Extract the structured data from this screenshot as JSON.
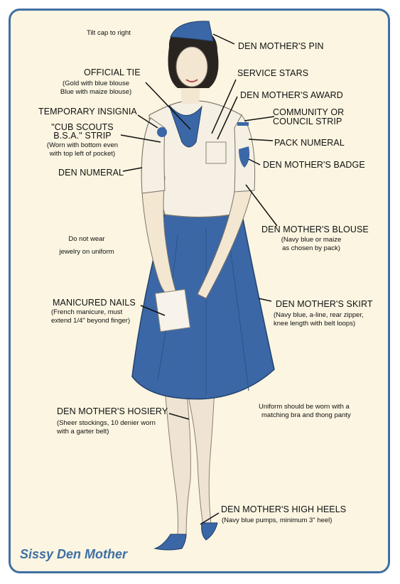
{
  "footer": "Sissy Den Mother",
  "notes": {
    "cap": "Tilt cap to right",
    "jewelry_1": "Do not wear",
    "jewelry_2": "jewelry on uniform",
    "underwear_1": "Uniform should be worn with a",
    "underwear_2": "matching bra and thong panty"
  },
  "labels": {
    "pin": "DEN MOTHER'S PIN",
    "tie": "OFFICIAL TIE",
    "tie_d1": "(Gold with blue blouse",
    "tie_d2": "Blue with maize blouse)",
    "stars": "SERVICE STARS",
    "award": "DEN MOTHER'S AWARD",
    "insignia": "TEMPORARY INSIGNIA",
    "community_1": "COMMUNITY OR",
    "community_2": "COUNCIL STRIP",
    "strip_1": "\"CUB SCOUTS",
    "strip_2": "B.S.A.\" STRIP",
    "strip_d1": "(Worn with bottom even",
    "strip_d2": "with top left of pocket)",
    "pack": "PACK NUMERAL",
    "badge": "DEN MOTHER'S BADGE",
    "den": "DEN NUMERAL",
    "blouse": "DEN MOTHER'S BLOUSE",
    "blouse_d1": "(Navy blue or maize",
    "blouse_d2": "as chosen by pack)",
    "nails": "MANICURED NAILS",
    "nails_d1": "(French manicure, must",
    "nails_d2": "extend 1/4\" beyond finger)",
    "skirt": "DEN MOTHER'S SKIRT",
    "skirt_d1": "(Navy blue, a-line, rear zipper,",
    "skirt_d2": "knee length with belt loops)",
    "hosiery": "DEN MOTHER'S HOSIERY",
    "hosiery_d1": "(Sheer stockings, 10 denier worn",
    "hosiery_d2": "with a garter belt)",
    "heels": "DEN MOTHER'S HIGH HEELS",
    "heels_d1": "(Navy blue pumps, minimum 3\" heel)"
  },
  "colors": {
    "frame": "#3f6fa3",
    "paper": "#fbf5e1",
    "navy": "#3b67a6",
    "skin": "#f4e7d2",
    "hair": "#2a2420",
    "blouse": "#f5f0e3"
  }
}
